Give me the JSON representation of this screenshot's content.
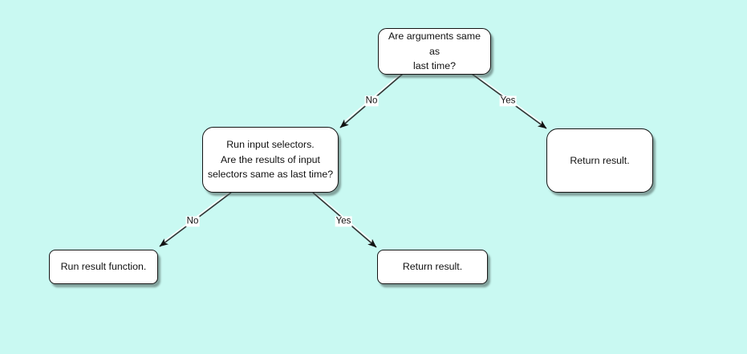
{
  "canvas": {
    "background_color": "#c9f9f2",
    "node_fill_color": "#ffffff",
    "node_border_color": "#141414",
    "connector_color": "#333333",
    "connector_highlight_color": "#ffffff",
    "text_color": "#111111"
  },
  "flowchart": {
    "nodes": [
      {
        "id": "question-arguments",
        "label": "Are arguments same as\nlast time?"
      },
      {
        "id": "question-selectors",
        "label": "Run input selectors.\nAre the results of input\nselectors same as last time?"
      },
      {
        "id": "return-result-right",
        "label": "Return result."
      },
      {
        "id": "run-result-function",
        "label": "Run result function."
      },
      {
        "id": "return-result-bottom",
        "label": "Return result."
      }
    ],
    "edges": [
      {
        "from": "question-arguments",
        "to": "question-selectors",
        "label": "No"
      },
      {
        "from": "question-arguments",
        "to": "return-result-right",
        "label": "Yes"
      },
      {
        "from": "question-selectors",
        "to": "run-result-function",
        "label": "No"
      },
      {
        "from": "question-selectors",
        "to": "return-result-bottom",
        "label": "Yes"
      }
    ]
  }
}
